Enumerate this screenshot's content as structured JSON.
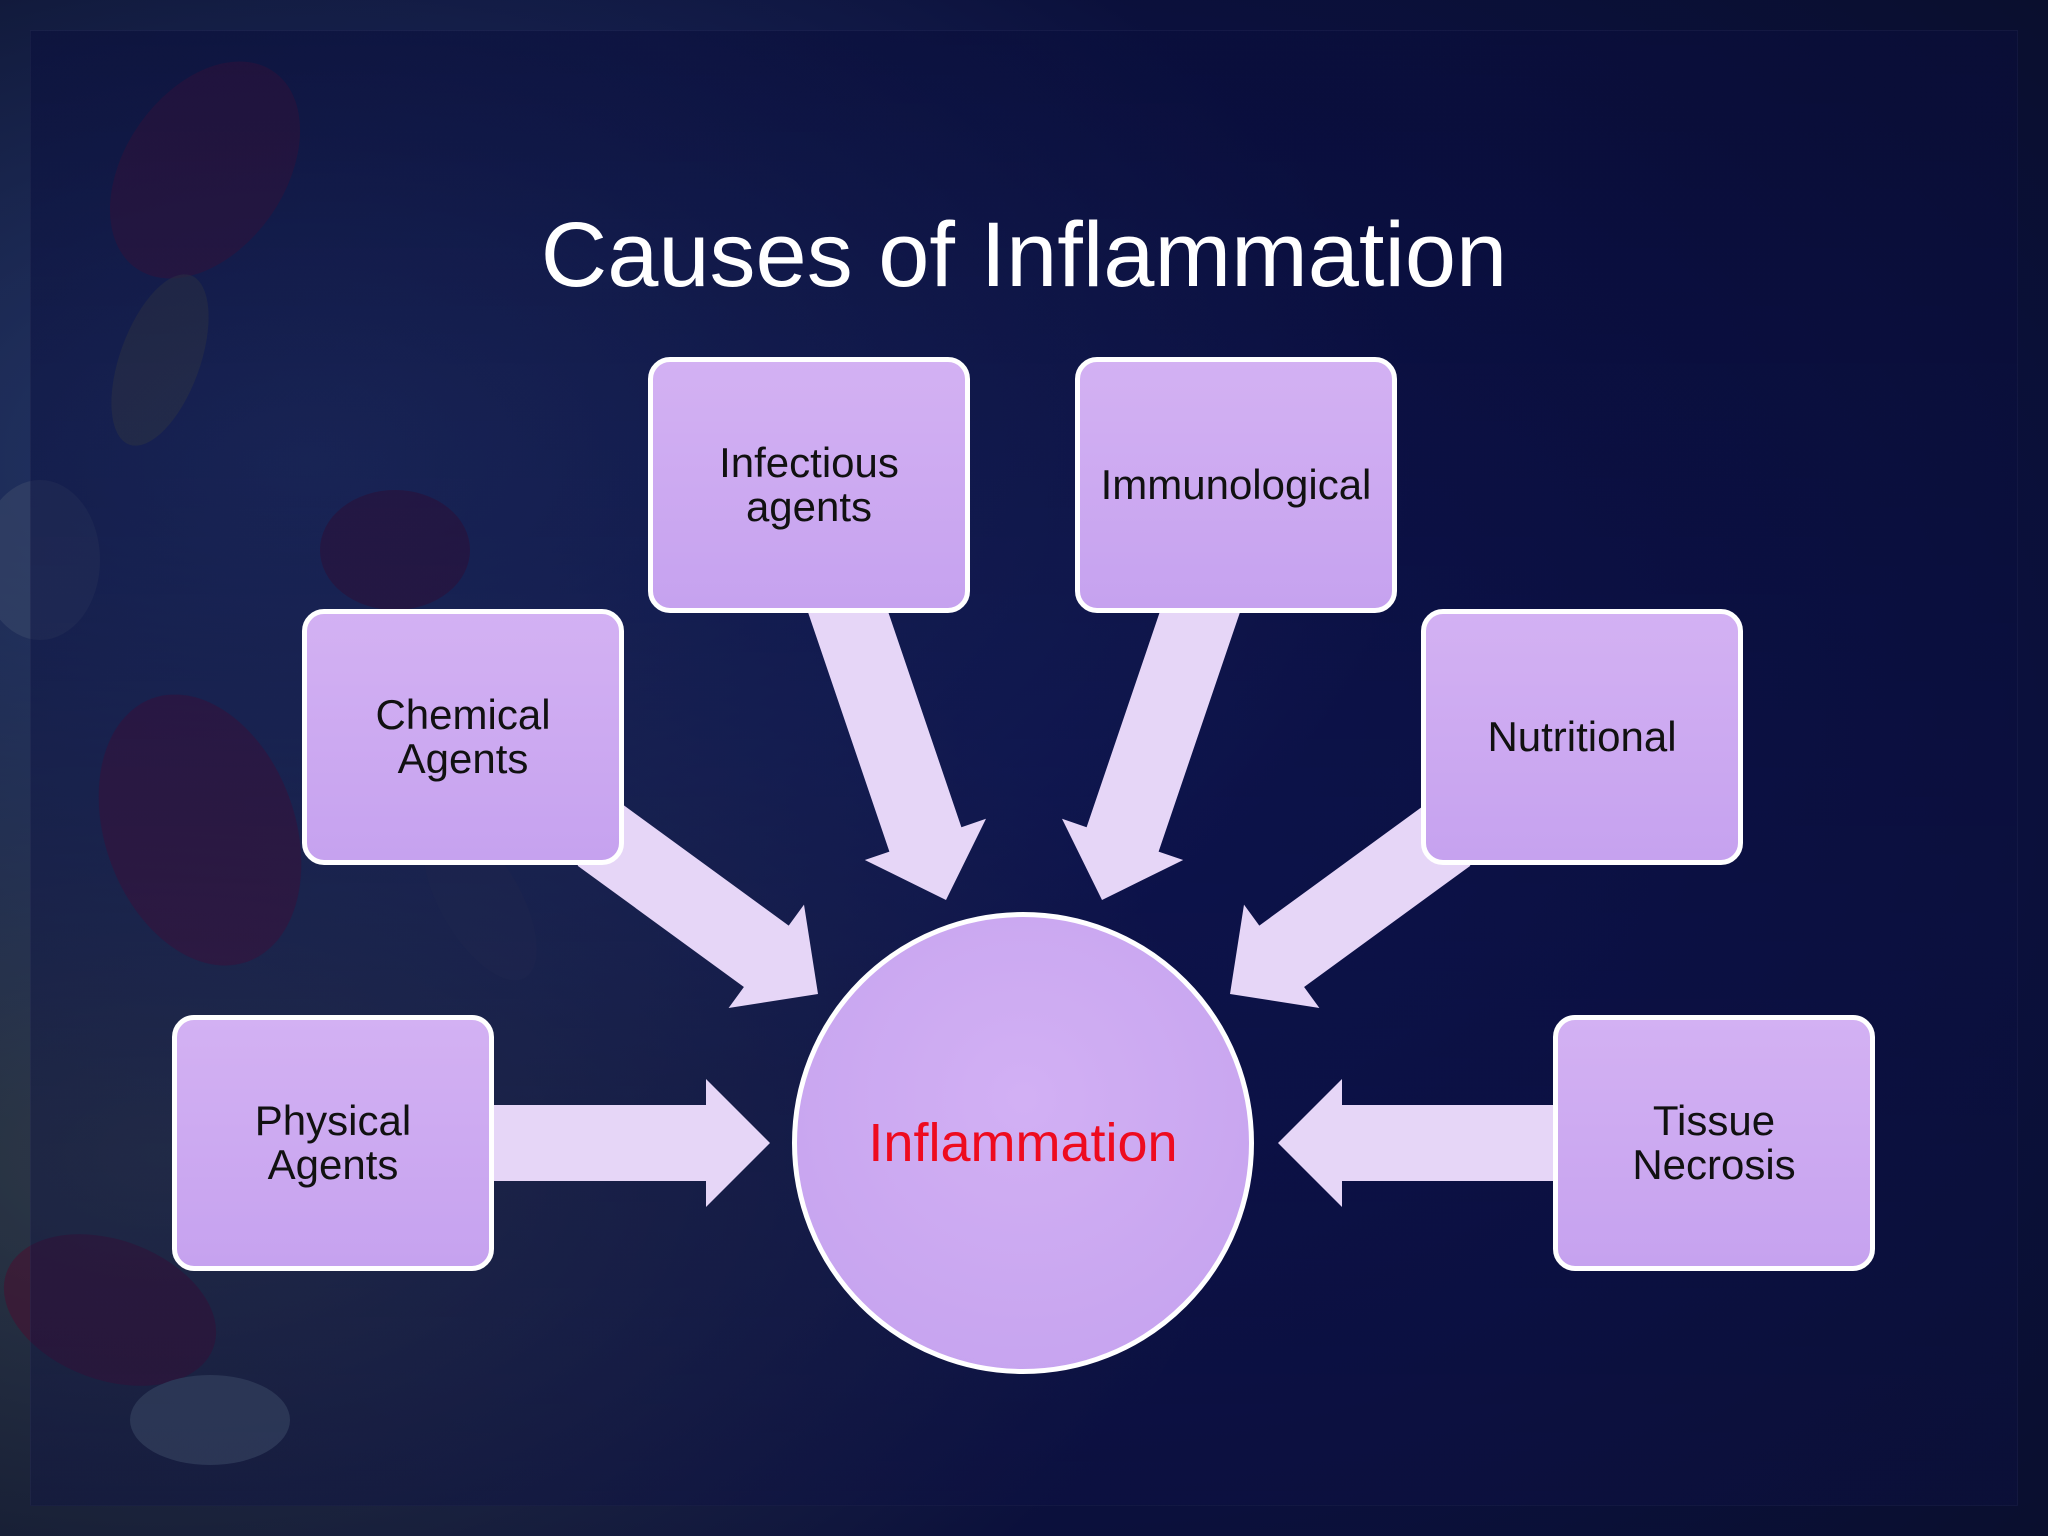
{
  "title": "Causes of Inflammation",
  "center": {
    "label": "Inflammation",
    "color": "#ee0b1f"
  },
  "causes": [
    {
      "label": "Physical\nAgents"
    },
    {
      "label": "Chemical\nAgents"
    },
    {
      "label": "Infectious\nagents"
    },
    {
      "label": "Immunological"
    },
    {
      "label": "Nutritional"
    },
    {
      "label": "Tissue\nNecrosis"
    }
  ],
  "colors": {
    "node_fill": "#c8a4f0",
    "arrow_fill": "#e6d6f7",
    "border": "#ffffff",
    "background": "#0b1040"
  }
}
